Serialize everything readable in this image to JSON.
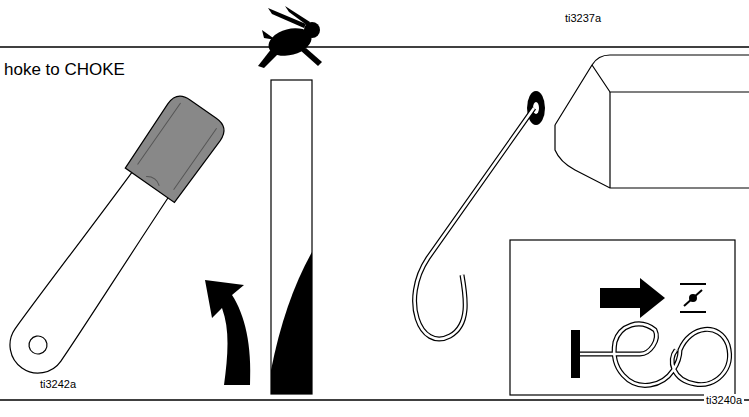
{
  "diagram": {
    "labels": [
      "ti3237a",
      "hoke to CHOKE",
      "ti3242a",
      "ti3240a"
    ]
  }
}
